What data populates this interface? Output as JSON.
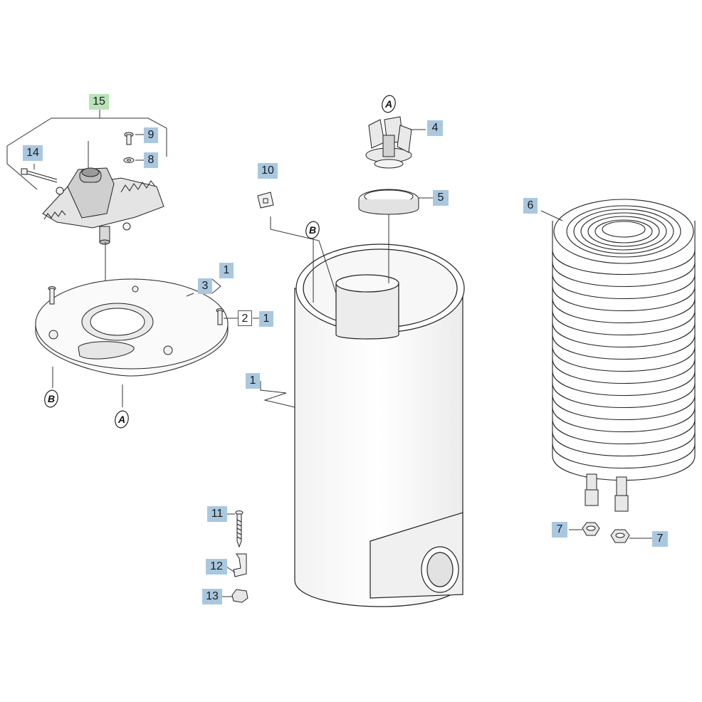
{
  "callouts": {
    "c15": "15",
    "c14": "14",
    "c9": "9",
    "c8": "8",
    "c10": "10",
    "c4": "4",
    "c5": "5",
    "c6": "6",
    "c3": "3",
    "c1a": "1",
    "c2": "2",
    "c1b": "1",
    "c1c": "1",
    "c11": "11",
    "c12": "12",
    "c13": "13",
    "c7a": "7",
    "c7b": "7"
  },
  "refs": {
    "a_top": "A",
    "b_tube": "B",
    "b_plate": "B",
    "a_plate": "A"
  },
  "colors": {
    "callout_fill": "#a9c8e0",
    "assembly_fill": "#b8e3b8",
    "line": "#222222"
  }
}
